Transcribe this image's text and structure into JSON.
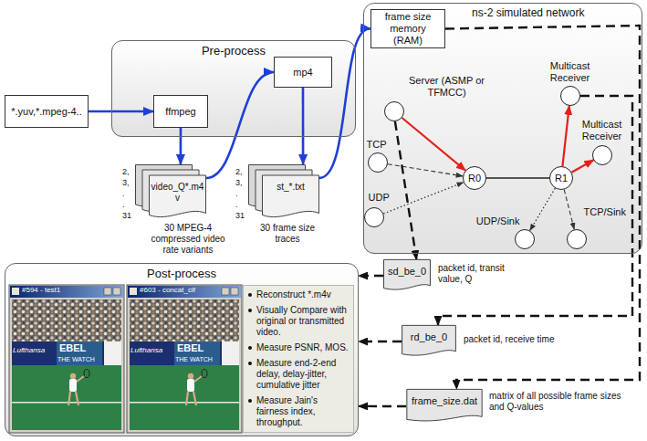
{
  "diagram": {
    "nodes": [
      {
        "text": [
          "*.yuv,*.mpeg-4.."
        ]
      },
      {
        "text": [
          "Pre-process"
        ]
      },
      {
        "text": [
          "ffmpeg"
        ],
        "in": 1
      },
      {
        "text": [
          "mp4"
        ],
        "in": 1
      },
      {
        "text": [
          "video_Q*.m4v"
        ]
      },
      {
        "text": [
          "st_*.txt"
        ]
      },
      {
        "text": [
          "ns-2 simulated network"
        ]
      },
      {
        "text": [
          "frame size memory (RAM)"
        ],
        "in": 6
      },
      {
        "text": [
          "Server (ASMP or TFMCC)"
        ],
        "in": 6
      },
      {
        "text": [
          "Multicast Receiver"
        ],
        "in": 6
      },
      {
        "text": [
          "TCP"
        ],
        "in": 6
      },
      {
        "text": [
          "R0"
        ],
        "in": 6
      },
      {
        "text": [
          "R1"
        ],
        "in": 6
      },
      {
        "text": [
          "Multicast Receiver"
        ],
        "in": 6
      },
      {
        "text": [
          "UDP"
        ],
        "in": 6
      },
      {
        "text": [
          "TCP/Sink"
        ],
        "in": 6
      },
      {
        "text": [
          "UDP/Sink"
        ],
        "in": 6
      },
      {
        "text": [
          "Post-process"
        ]
      },
      {
        "text": [
          "Reconstruct *.m4v",
          "Visually Compare with original or transmitted video.",
          "Measure PSNR, MOS.",
          "Measure end-2-end delay, delay-jitter, cumulative jitter",
          "Measure Jain's fairness index, throughput."
        ],
        "in": 17
      },
      {
        "text": [
          "sd_be_0"
        ]
      },
      {
        "text": [
          "rd_be_0"
        ]
      },
      {
        "text": [
          "frame_size.dat"
        ]
      }
    ],
    "edges": [
      {
        "from": 0,
        "to": 2,
        "arrow": "to"
      },
      {
        "from": 2,
        "to": 4,
        "arrow": "to"
      },
      {
        "from": 4,
        "to": 3,
        "arrow": "to"
      },
      {
        "from": 3,
        "to": 5,
        "arrow": "to"
      },
      {
        "from": 5,
        "to": 7,
        "arrow": "to"
      },
      {
        "from": 8,
        "to": 11,
        "arrow": "to"
      },
      {
        "from": 10,
        "to": 11,
        "arrow": "to"
      },
      {
        "from": 14,
        "to": 11,
        "arrow": "to"
      },
      {
        "from": 11,
        "to": 12,
        "arrow": "none"
      },
      {
        "from": 12,
        "to": 9,
        "arrow": "to"
      },
      {
        "from": 12,
        "to": 13,
        "arrow": "to"
      },
      {
        "from": 12,
        "to": 16,
        "arrow": "to"
      },
      {
        "from": 12,
        "to": 15,
        "arrow": "to"
      },
      {
        "from": 8,
        "to": 19,
        "arrow": "to"
      },
      {
        "from": 7,
        "to": 21,
        "arrow": "to"
      },
      {
        "from": 9,
        "to": 20,
        "arrow": "to"
      },
      {
        "from": 19,
        "to": 17,
        "arrow": "to"
      },
      {
        "from": 20,
        "to": 17,
        "arrow": "to"
      },
      {
        "from": 21,
        "to": 17,
        "arrow": "to"
      }
    ],
    "labels": [
      "2,",
      "3,",
      ".",
      ".",
      "31",
      "30 MPEG-4 compressed video rate variants",
      "2,",
      "3,",
      ".",
      ".",
      "31",
      "30 frame size traces",
      "packet id, transit value, Q",
      "packet id, receive time",
      "matrix of all possible frame sizes and Q-values",
      "#594 - test1",
      "#603 - concat_cif",
      "Lufthansa",
      "EBEL",
      "THE WATCH",
      "Lufthansa",
      "EBEL",
      "THE WATCH"
    ]
  }
}
